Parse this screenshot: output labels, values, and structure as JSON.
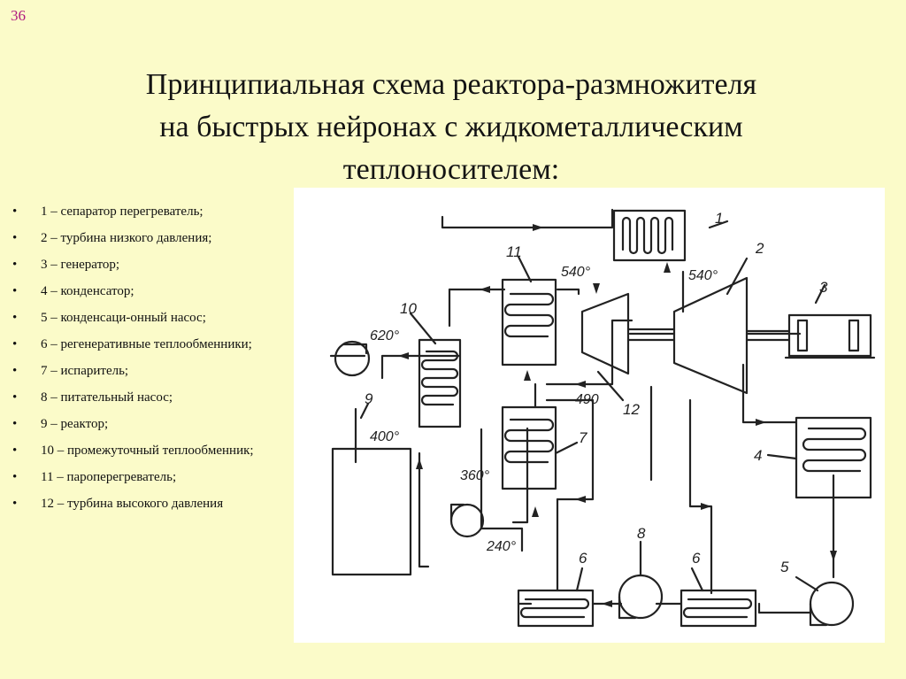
{
  "slide_number": "36",
  "title_lines": [
    "Принципиальная схема реактора-размножителя",
    "на быстрых нейронах с жидкометаллическим",
    "теплоносителем:"
  ],
  "bullet_symbol": "•",
  "legend_items": [
    "1 – сепаратор перегреватель;",
    "2 – турбина низкого давления;",
    "3 – генератор;",
    " 4 – конденсатор;",
    "5 – конденсаци-онный насос;",
    "6 – регенеративные теплообменники;",
    "7 – испаритель;",
    "8 – питательный насос;",
    "9 – реактор;",
    "10 – промежуточный теплообменник;",
    "11 – пароперегреватель;",
    " 12 – турбина высокого давления"
  ],
  "diagram": {
    "component_numbers": [
      "1",
      "2",
      "3",
      "4",
      "5",
      "6",
      "6",
      "7",
      "8",
      "9",
      "10",
      "11",
      "12"
    ],
    "temperatures": {
      "t620": "620°",
      "t400": "400°",
      "t360": "360°",
      "t240": "240°",
      "t540_left": "540°",
      "t540_right": "540°",
      "t490": "490"
    }
  }
}
